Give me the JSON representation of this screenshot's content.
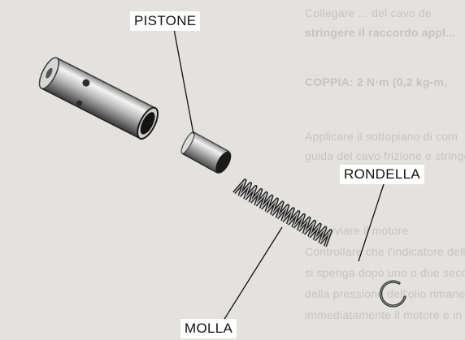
{
  "callouts": {
    "pistone": "PISTONE",
    "rondella": "RONDELLA",
    "molla": "MOLLA"
  },
  "background_text": [
    "Collegare ... del cavo de",
    "stringere il raccordo appl...",
    "COPPIA: 2 N·m (0,2 kg-m,",
    "Applicare il sottopiano di com",
    "guida del cavo frizione e stringe",
    "... avviare il motore.",
    "Controllare che l'indicatore dell",
    "si spenga dopo uno o due seco",
    "della pressione dell'olio rimane",
    "immediatamente il motore e in"
  ],
  "colors": {
    "background": "#e4e2de",
    "label_box": "#ffffff",
    "line": "#111111"
  }
}
